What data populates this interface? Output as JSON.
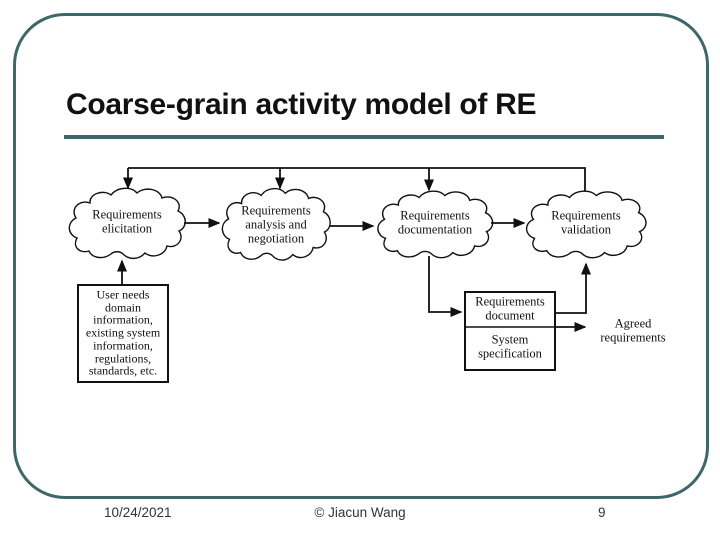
{
  "slide": {
    "title": "Coarse-grain activity model of RE",
    "footer": {
      "date": "10/24/2021",
      "credit": "© Jiacun Wang",
      "page": "9"
    }
  },
  "diagram": {
    "clouds": [
      {
        "id": "elicitation",
        "label": "Requirements\nelicitation"
      },
      {
        "id": "analysis",
        "label": "Requirements\nanalysis and\nnegotiation"
      },
      {
        "id": "documentation",
        "label": "Requirements\ndocumentation"
      },
      {
        "id": "validation",
        "label": "Requirements\nvalidation"
      }
    ],
    "boxes": {
      "inputs": {
        "label": "User needs\ndomain\ninformation,\nexisting system\ninformation,\nregulations,\nstandards, etc."
      },
      "document": {
        "top": "Requirements\ndocument",
        "bottom": "System\nspecification"
      }
    },
    "output_label": "Agreed\nrequirements"
  },
  "colors": {
    "accent": "#3E6868",
    "ink": "#111111",
    "footer_text": "#333333"
  }
}
